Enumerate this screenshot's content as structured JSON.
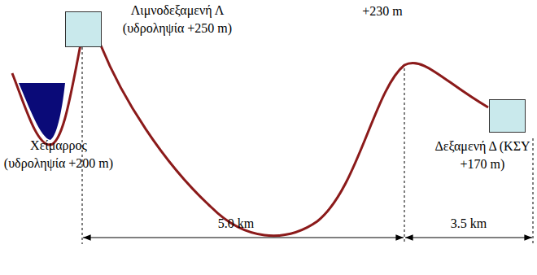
{
  "diagram": {
    "nodes": [
      {
        "text": [
          "Λιμνοδεξαμενή Λ (υδροληψία +250 m)"
        ]
      },
      {
        "text": [
          "Δεξαμενή Δ (ΚΣΥ +170 m)"
        ]
      }
    ],
    "labels": [
      "Χείμαρρος (υδροληψία +200 m)",
      "+230 m",
      "5.0 km",
      "3.5 km"
    ]
  }
}
